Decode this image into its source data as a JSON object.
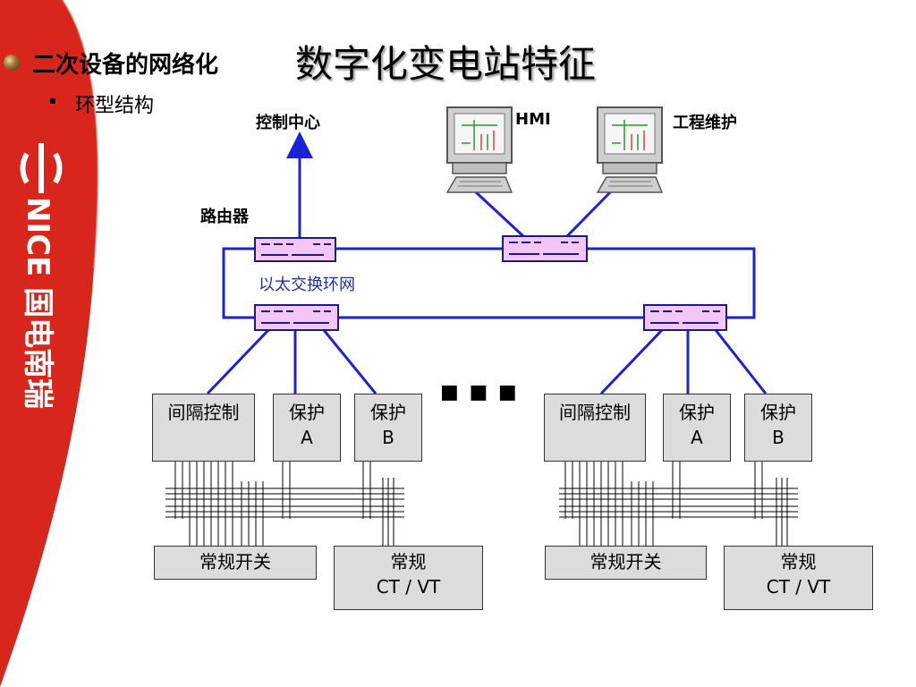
{
  "slide": {
    "heading": "二次设备的网络化",
    "title": "数字化变电站特征",
    "subheading": "环型结构",
    "brand": {
      "logo_text": "NICE 国电南瑞",
      "band_color": "#d9261c"
    }
  },
  "diagram": {
    "labels": {
      "control_center": "控制中心",
      "router": "路由器",
      "ring": "以太交换环网",
      "hmi": "HMI",
      "maintenance": "工程维护",
      "ellipsis": "■ ■ ■"
    },
    "bays": [
      {
        "bay_control": "间隔控制",
        "protection_a": [
          "保护",
          "A"
        ],
        "protection_b": [
          "保护",
          "B"
        ],
        "switchgear": "常规开关",
        "ctvt": [
          "常规",
          "CT / VT"
        ]
      },
      {
        "bay_control": "间隔控制",
        "protection_a": [
          "保护",
          "A"
        ],
        "protection_b": [
          "保护",
          "B"
        ],
        "switchgear": "常规开关",
        "ctvt": [
          "常规",
          "CT / VT"
        ]
      }
    ],
    "colors": {
      "link": "#1a22d8",
      "switch_fill": "#f4c6f4",
      "switch_border": "#1a1a8a",
      "box_fill": "#dcdcdc"
    }
  }
}
